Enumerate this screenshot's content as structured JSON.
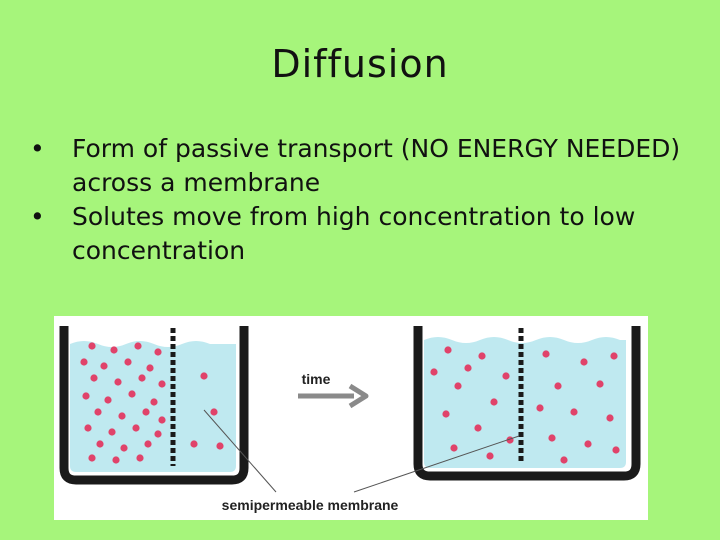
{
  "slide": {
    "title": "Diffusion",
    "bullets": [
      {
        "marker": "•",
        "text": "Form of passive transport (NO ENERGY NEEDED) across a membrane"
      },
      {
        "marker": "•",
        "text": "Solutes move from high concentration to low concentration"
      }
    ]
  },
  "figure": {
    "time_label": "time",
    "membrane_label": "semipermeable membrane",
    "colors": {
      "background": "#a6f57b",
      "water": "#bfe9f0",
      "container": "#1a1a1a",
      "particle": "#e0436a",
      "arrow": "#8a8a8a"
    }
  }
}
